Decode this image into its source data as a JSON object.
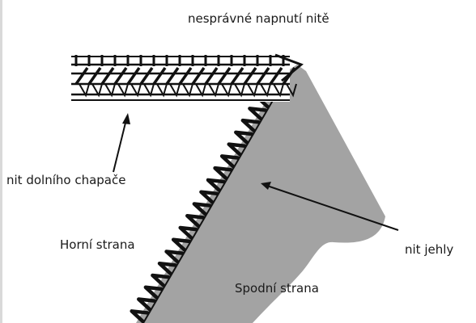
{
  "title": "nesprávné napnutí nitě",
  "labels": {
    "looper_thread": "nit dolního chapače",
    "needle_thread": "nit jehly",
    "upper_side": "Horní strana",
    "lower_side": "Spodní strana"
  },
  "colors": {
    "fabric_fill": "#a3a3a3",
    "stitch": "#111111",
    "text": "#1a1a1a"
  }
}
